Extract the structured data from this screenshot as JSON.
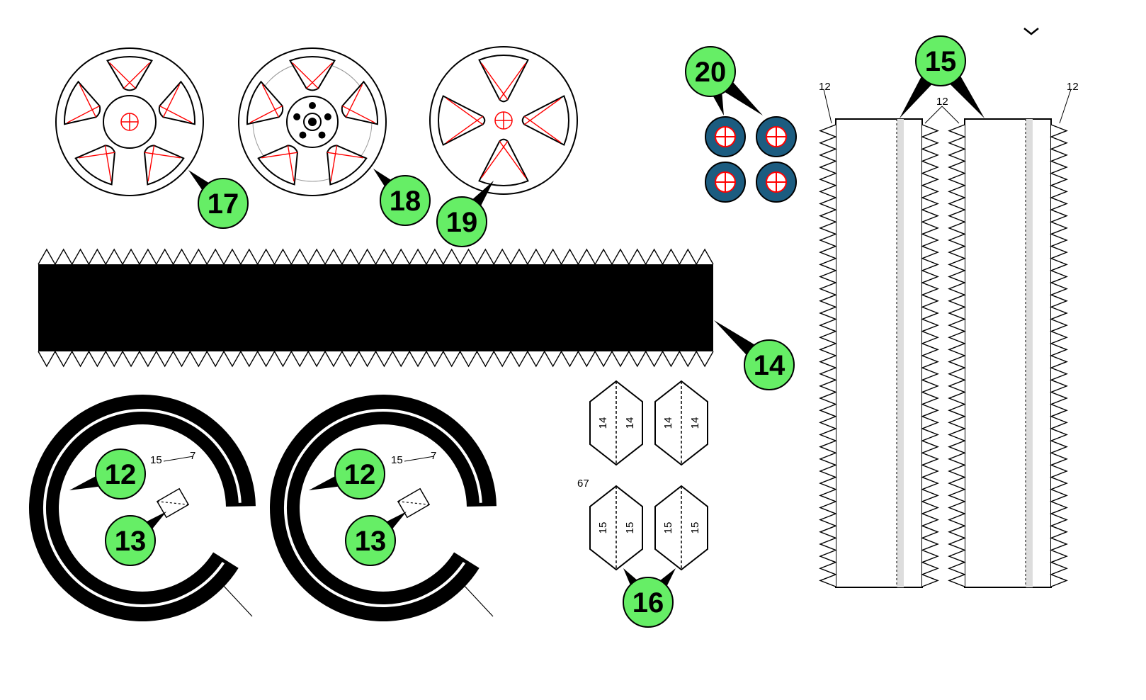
{
  "colors": {
    "callout_fill": "#66ee66",
    "hub_cap_fill": "#1c5c80",
    "cross_red": "#ff0000",
    "tire_black": "#000000"
  },
  "callouts": [
    {
      "id": "c12a",
      "label": "12"
    },
    {
      "id": "c12b",
      "label": "12"
    },
    {
      "id": "c13a",
      "label": "13"
    },
    {
      "id": "c13b",
      "label": "13"
    },
    {
      "id": "c14",
      "label": "14"
    },
    {
      "id": "c15",
      "label": "15"
    },
    {
      "id": "c16",
      "label": "16"
    },
    {
      "id": "c17",
      "label": "17"
    },
    {
      "id": "c18",
      "label": "18"
    },
    {
      "id": "c19",
      "label": "19"
    },
    {
      "id": "c20",
      "label": "20"
    }
  ],
  "small_labels": {
    "tire_left_ref_a": "15",
    "tire_left_ref_b": "7",
    "tire_right_ref_a": "15",
    "tire_right_ref_b": "7",
    "strip_ref_left": "12",
    "strip_ref_middle": "12",
    "strip_ref_right": "12",
    "stray_mark": "67"
  },
  "tabs": {
    "upper_left": [
      "14",
      "14"
    ],
    "upper_right": [
      "14",
      "14"
    ],
    "lower_left": [
      "15",
      "15"
    ],
    "lower_right": [
      "15",
      "15"
    ]
  },
  "icons": {
    "hub_cap": "plus-circle-icon",
    "collapse": "chevron-down-icon"
  }
}
